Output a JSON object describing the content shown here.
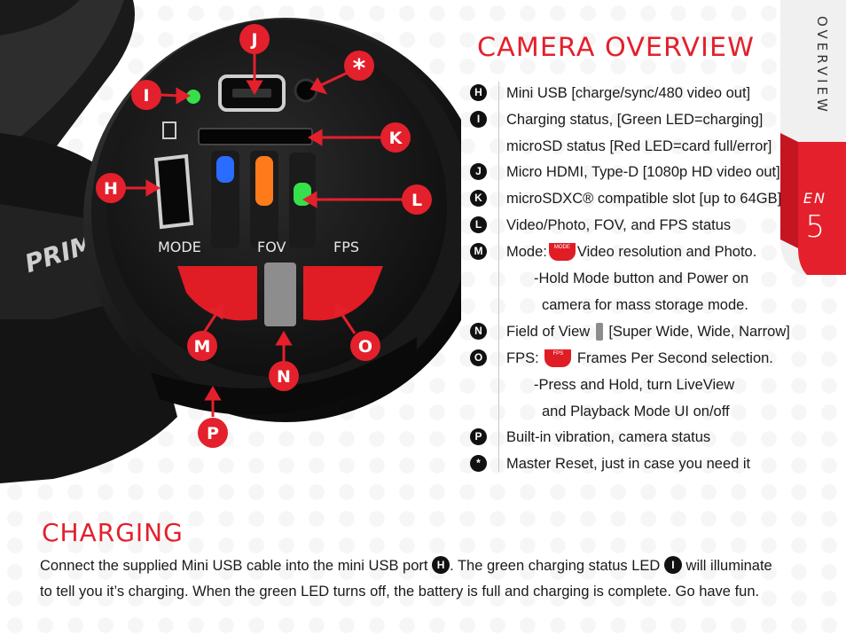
{
  "headings": {
    "overview": "CAMERA OVERVIEW",
    "charging": "CHARGING"
  },
  "tab": {
    "section": "OVERVIEW",
    "lang": "EN",
    "page": "5"
  },
  "camera": {
    "brand": "PRIMEX",
    "button_labels": [
      "MODE",
      "FOV",
      "FPS"
    ],
    "callouts": [
      "J",
      "*",
      "I",
      "K",
      "H",
      "L",
      "M",
      "O",
      "N",
      "P"
    ]
  },
  "overview_items": [
    {
      "badge": "H",
      "text": "Mini USB [charge/sync/480 video out]"
    },
    {
      "badge": "I",
      "text": "Charging status, [Green LED=charging]"
    },
    {
      "badge": "",
      "text": "microSD status [Red LED=card full/error]"
    },
    {
      "badge": "J",
      "text": "Micro HDMI, Type-D [1080p HD video out]"
    },
    {
      "badge": "K",
      "text": "microSDXC® compatible slot [up to 64GB]"
    },
    {
      "badge": "L",
      "text": "Video/Photo, FOV, and FPS status"
    },
    {
      "badge": "M",
      "text_a": "Mode:",
      "icon": "MODE",
      "text_b": "Video resolution and Photo."
    },
    {
      "badge": "",
      "text": "-Hold Mode button and Power on"
    },
    {
      "badge": "",
      "text": "camera for mass storage mode."
    },
    {
      "badge": "N",
      "text_a": "Field of View",
      "text_b": "[Super Wide, Wide, Narrow]"
    },
    {
      "badge": "O",
      "text_a": "FPS:",
      "icon": "FPS",
      "text_b": "Frames Per Second selection."
    },
    {
      "badge": "",
      "text": "-Press and Hold, turn LiveView"
    },
    {
      "badge": "",
      "text": "and Playback Mode UI on/off"
    },
    {
      "badge": "P",
      "text": "Built-in vibration, camera status"
    },
    {
      "badge": "*",
      "text": "Master Reset, just in case you need it"
    }
  ],
  "charging": {
    "line1_a": "Connect the supplied Mini USB cable into the mini USB port",
    "badge_h": "H",
    "line1_b": ". The green charging status LED",
    "badge_i": "I",
    "line1_c": "will illuminate",
    "line2": "to tell you it’s charging. When the green LED turns off, the battery is full and charging is complete. Go have fun."
  },
  "colors": {
    "accent_red": "#e3202c",
    "badge_black": "#111111",
    "led_blue": "#2a6cff",
    "led_orange": "#ff7a1a",
    "led_green": "#35e04a"
  }
}
